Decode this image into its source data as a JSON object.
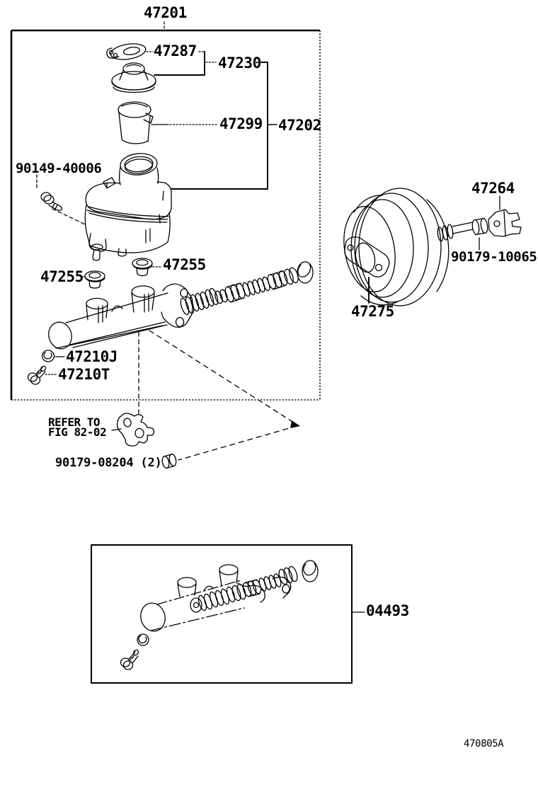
{
  "figure": {
    "doc_code": "470805A",
    "labels": {
      "assembly": "47201",
      "cap_gasket": "47287",
      "reservoir_cap": "47230",
      "reservoir_filter": "47299",
      "reservoir_assy": "47202",
      "bleeder_plug": "90149-40006",
      "grommet_left": "47255",
      "grommet_right": "47255",
      "washer": "47210J",
      "union": "47210T",
      "clevis": "47264",
      "clevis_nut": "90179-10065",
      "booster_gasket": "47275",
      "mounting_nut": "90179-08204 (2)",
      "repair_kit": "04493"
    },
    "note": {
      "line1": "REFER TO",
      "line2": "FIG 82-02"
    }
  },
  "colors": {
    "ink": "#000000",
    "paper": "#ffffff"
  }
}
